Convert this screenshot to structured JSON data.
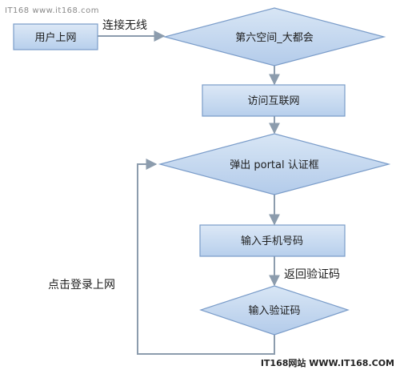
{
  "watermark_top": "IT168 www.it168.com",
  "watermark_bottom": "IT168网站 WWW.IT168.COM",
  "colors": {
    "box_fill_top": "#dce8f6",
    "box_fill_bottom": "#b7cfec",
    "box_stroke": "#7a9cc9",
    "edge": "#8c9cad"
  },
  "nodes": {
    "user_online": "用户上网",
    "venue": "第六空间_大都会",
    "visit_internet": "访问互联网",
    "portal": "弹出 portal 认证框",
    "phone_input": "输入手机号码",
    "code_input": "输入验证码"
  },
  "edges": {
    "connect_wifi": "连接无线",
    "return_code": "返回验证码",
    "click_login": "点击登录上网"
  }
}
